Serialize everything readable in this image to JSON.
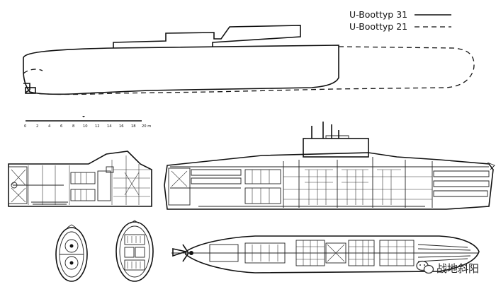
{
  "legend": {
    "items": [
      {
        "label": "U-Boottyp 31",
        "line_style": "solid"
      },
      {
        "label": "U-Boottyp 21",
        "line_style": "dashed"
      }
    ]
  },
  "scale_bar": {
    "ticks": [
      "0",
      "2",
      "4",
      "6",
      "8",
      "10",
      "12",
      "14",
      "16",
      "18",
      "20 m"
    ]
  },
  "watermark": {
    "text": "战地斜阳"
  },
  "icons": {
    "watermark_logo": "wechat-bubbles-icon"
  }
}
